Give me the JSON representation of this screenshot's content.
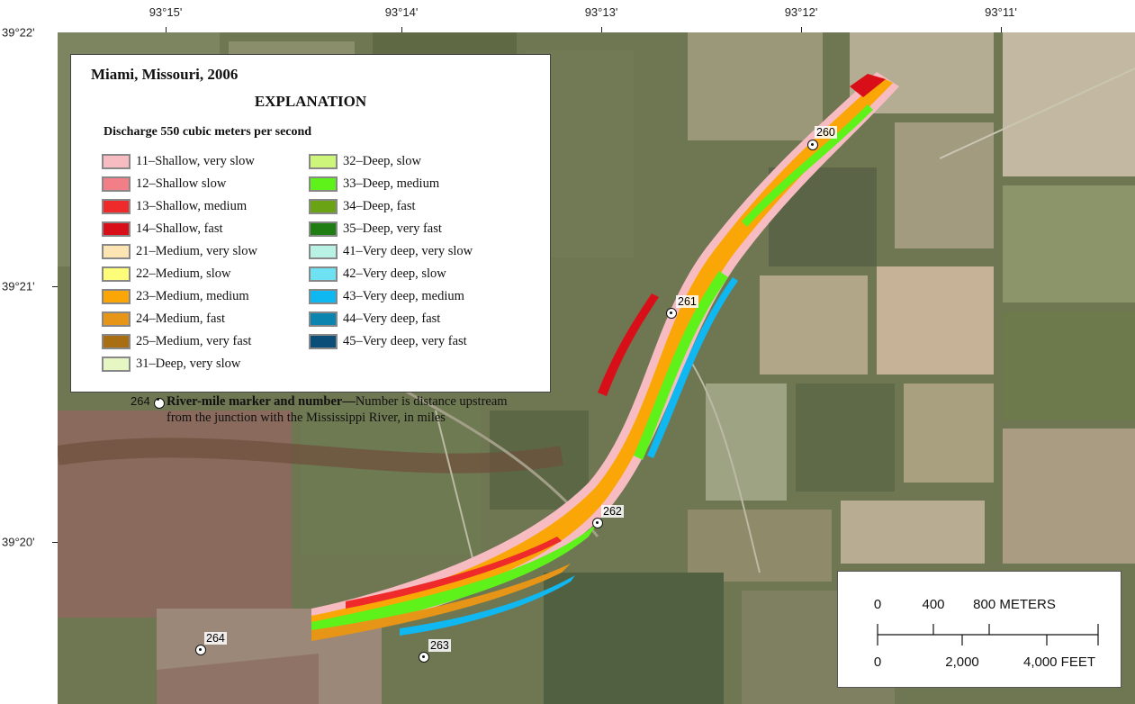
{
  "map": {
    "top_ticks": [
      "93°15'",
      "93°14'",
      "93°13'",
      "93°12'",
      "93°11'"
    ],
    "left_ticks": [
      "39°22'",
      "39°21'",
      "39°20'"
    ]
  },
  "legend": {
    "title": "Miami, Missouri, 2006",
    "heading": "EXPLANATION",
    "discharge": "Discharge 550 cubic meters per second",
    "items_left": [
      {
        "label": "11–Shallow, very slow",
        "color": "#f6bcc2"
      },
      {
        "label": "12–Shallow slow",
        "color": "#f27f88"
      },
      {
        "label": "13–Shallow, medium",
        "color": "#ee2a2a"
      },
      {
        "label": "14–Shallow, fast",
        "color": "#d80f18"
      },
      {
        "label": "21–Medium, very slow",
        "color": "#fde4b3"
      },
      {
        "label": "22–Medium, slow",
        "color": "#fdfd7a"
      },
      {
        "label": "23–Medium, medium",
        "color": "#fba607"
      },
      {
        "label": "24–Medium, fast",
        "color": "#e69517"
      },
      {
        "label": "25–Medium, very fast",
        "color": "#a96e12"
      },
      {
        "label": "31–Deep, very slow",
        "color": "#e7f7c4"
      }
    ],
    "items_right": [
      {
        "label": "32–Deep, slow",
        "color": "#cdf57a"
      },
      {
        "label": "33–Deep, medium",
        "color": "#5ef21a"
      },
      {
        "label": "34–Deep, fast",
        "color": "#6aa414"
      },
      {
        "label": "35–Deep, very fast",
        "color": "#1f7d14"
      },
      {
        "label": "41–Very deep, very slow",
        "color": "#b9f2e4"
      },
      {
        "label": "42–Very deep, slow",
        "color": "#6ee1f3"
      },
      {
        "label": "43–Very deep, medium",
        "color": "#0fb8f0"
      },
      {
        "label": "44–Very deep, fast",
        "color": "#0b84b0"
      },
      {
        "label": "45–Very deep, very fast",
        "color": "#0b4f78"
      }
    ],
    "marker_number": "264",
    "marker_title": "River-mile marker and number—",
    "marker_text": "Number is distance upstream from the junction with the Mississippi River, in miles"
  },
  "river_miles": [
    "260",
    "261",
    "262",
    "263",
    "264"
  ],
  "scalebar": {
    "meters": [
      "0",
      "400",
      "800 METERS"
    ],
    "feet": [
      "0",
      "2,000",
      "4,000 FEET"
    ]
  }
}
